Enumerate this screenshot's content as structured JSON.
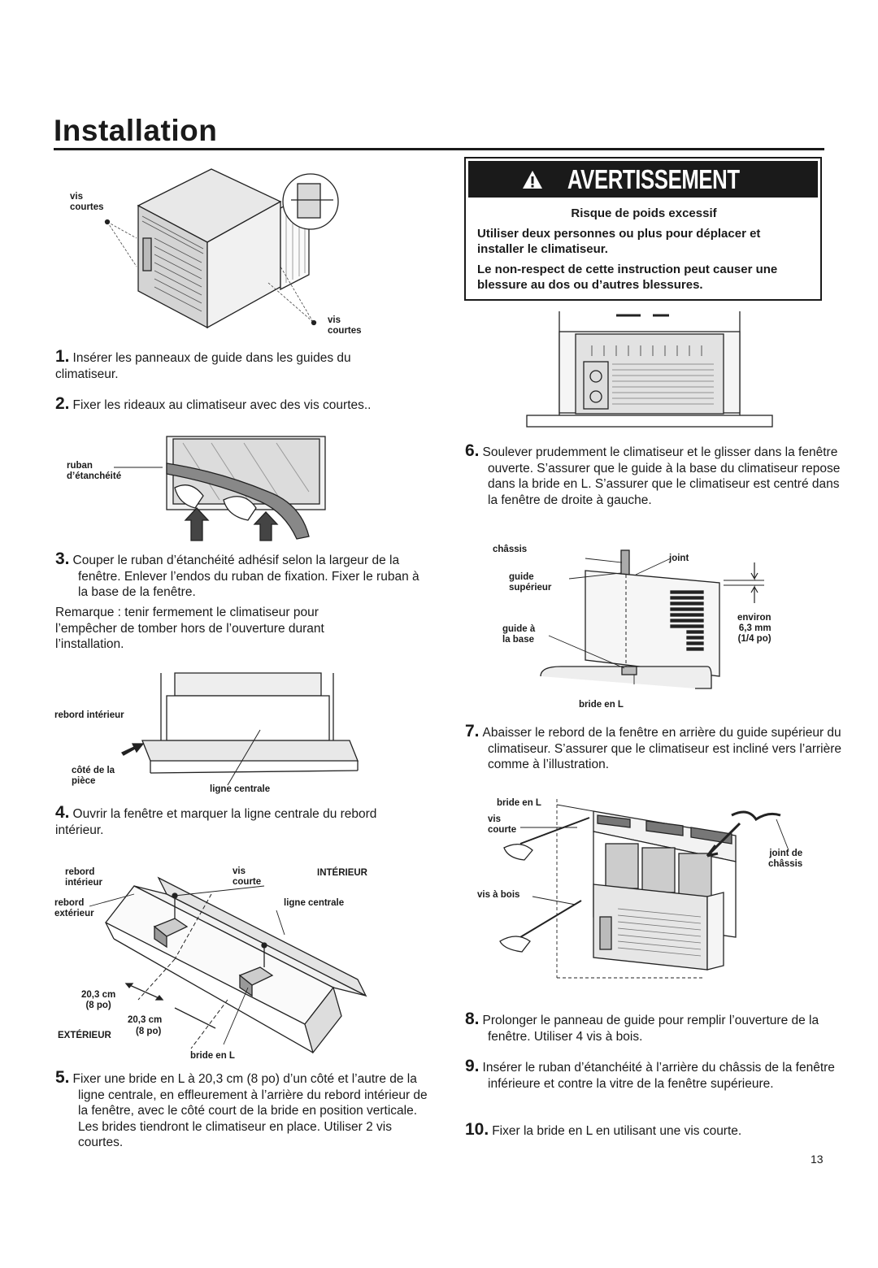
{
  "page": {
    "title": "Installation",
    "page_number": "13"
  },
  "warning": {
    "heading": "AVERTISSEMENT",
    "icon": "warning-triangle-icon",
    "subtitle": "Risque de poids excessif",
    "line1": "Utiliser deux personnes ou plus pour déplacer et installer le climatiseur.",
    "line2": "Le non-respect de cette instruction peut causer une blessure au dos ou d’autres blessures."
  },
  "steps": [
    {
      "num": "1.",
      "text": "Insérer les panneaux de guide dans les guides du climatiseur."
    },
    {
      "num": "2.",
      "text": "Fixer les rideaux au climatiseur avec des vis courtes.."
    },
    {
      "num": "3.",
      "text": "Couper le ruban d’étanchéité adhésif selon la largeur de la fenêtre. Enlever l’endos du ruban de fixation. Fixer le ruban à la base de la fenêtre."
    },
    {
      "num": "4.",
      "text": "Ouvrir la fenêtre et marquer la ligne centrale du rebord intérieur."
    },
    {
      "num": "5.",
      "text": "Fixer une bride en L à 20,3 cm (8 po) d’un côté et l’autre de la ligne centrale, en effleurement à l’arrière du rebord intérieur de la fenêtre, avec le côté court de la bride en position verticale. Les brides tiendront le climatiseur en place. Utiliser 2 vis courtes."
    },
    {
      "num": "6.",
      "text": "Soulever prudemment le climatiseur et le glisser dans la fenêtre ouverte. S’assurer que le guide à la base du climatiseur repose dans la bride en L. S’assurer que le climatiseur est centré dans la fenêtre de droite à gauche."
    },
    {
      "num": "7.",
      "text": "Abaisser le rebord de la fenêtre en arrière du guide supérieur du climatiseur. S’assurer que le climatiseur est incliné vers l’arrière comme à l’illustration."
    },
    {
      "num": "8.",
      "text": "Prolonger le panneau de guide pour remplir l’ouverture de la fenêtre. Utiliser 4 vis à bois."
    },
    {
      "num": "9.",
      "text": "Insérer le ruban d’étanchéité à l’arrière du châssis de la fenêtre inférieure et contre la vitre de la fenêtre supérieure."
    },
    {
      "num": "10.",
      "text": "Fixer la bride en L en utilisant une vis courte."
    }
  ],
  "note": "Remarque : tenir fermement le climatiseur pour l’empêcher de tomber hors de l’ouverture durant l’installation.",
  "labels": {
    "fig1_vis_courtes_a": "vis\ncourtes",
    "fig1_vis_courtes_b": "vis\ncourtes",
    "fig2_ruban": "ruban\nd’étanchéité",
    "fig3_rebord_interieur": "rebord intérieur",
    "fig3_cote_piece": "côté de la\npièce",
    "fig3_ligne_centrale": "ligne centrale",
    "fig4_rebord_interieur": "rebord\nintérieur",
    "fig4_vis_courte": "vis\ncourte",
    "fig4_interieur": "INTÉRIEUR",
    "fig4_rebord_exterieur": "rebord\nextérieur",
    "fig4_ligne_centrale": "ligne centrale",
    "fig4_dim1": "20,3 cm\n(8 po)",
    "fig4_dim2": "20,3 cm",
    "fig4_exterieur": "EXTÉRIEUR",
    "fig4_dim2b": "(8 po)",
    "fig4_bride": "bride en L",
    "fig6_chassis": "châssis",
    "fig6_joint": "joint",
    "fig6_guide_sup": "guide\nsupérieur",
    "fig6_environ": "environ\n6,3 mm\n(1/4 po)",
    "fig6_guide_base": "guide à\nla base",
    "fig6_bride": "bride en L",
    "fig7_bride": "bride en L",
    "fig7_vis_courte": "vis\ncourte",
    "fig7_joint": "joint de\nchâssis",
    "fig7_vis_bois": "vis à bois"
  }
}
